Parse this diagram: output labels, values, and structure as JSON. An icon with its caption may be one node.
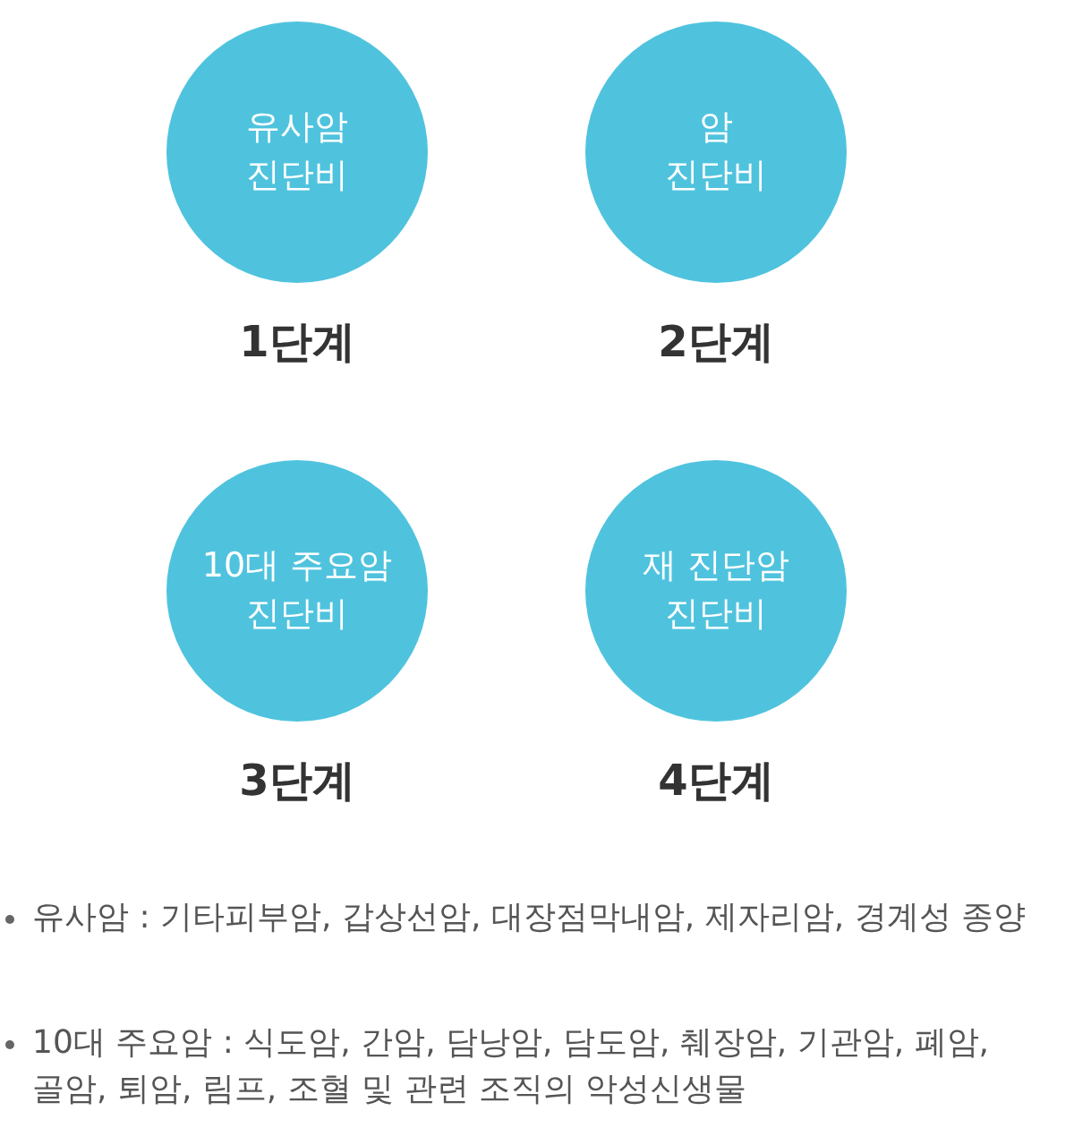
{
  "diagram": {
    "nodes": [
      {
        "text": [
          "유사암 진단비"
        ],
        "beside": [
          "1단계"
        ]
      },
      {
        "text": [
          "암 진단비"
        ],
        "beside": [
          "2단계"
        ]
      },
      {
        "text": [
          "10대 주요암 진단비"
        ],
        "beside": [
          "3단계"
        ]
      },
      {
        "text": [
          "재 진단암 진단비"
        ],
        "beside": [
          "4단계"
        ]
      }
    ],
    "labels": [
      "유사암 : 기타피부암, 갑상선암, 대장점막내암, 제자리암, 경계성 종양",
      "10대 주요암 :  식도암, 간암, 담낭암, 담도암, 췌장암, 기관암, 폐암, 골암, 퇴암, 림프, 조혈 및 관련 조직의 악성신생물"
    ]
  }
}
